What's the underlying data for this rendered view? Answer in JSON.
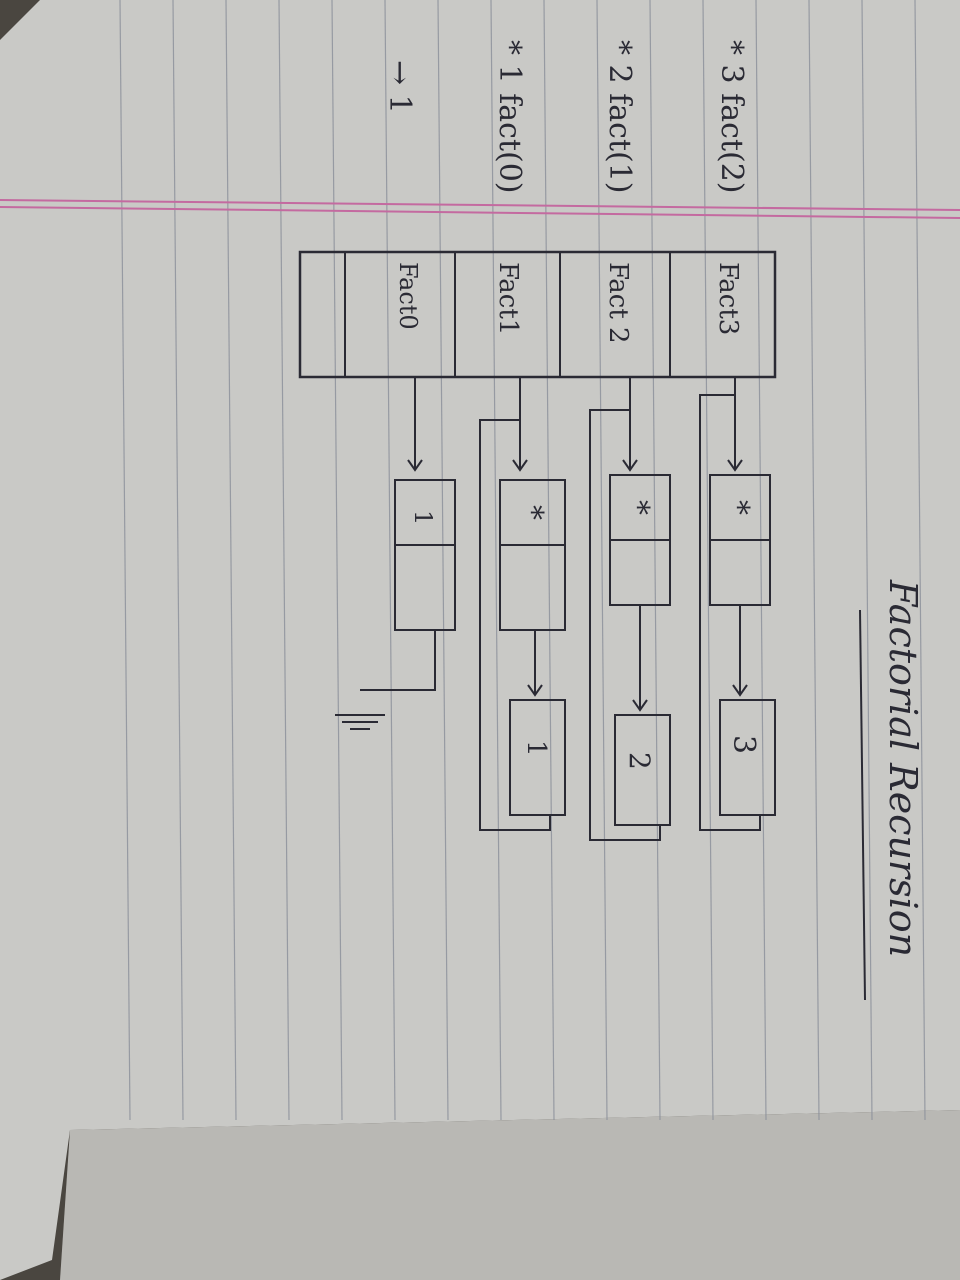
{
  "title": "Factorial Recursion",
  "rows": [
    {
      "call_label": "* 3 fact(2)",
      "frame_label": "Fact3",
      "op_cell": "*",
      "value_cell": "3"
    },
    {
      "call_label": "* 2 fact(1)",
      "frame_label": "Fact 2",
      "op_cell": "*",
      "value_cell": "2"
    },
    {
      "call_label": "* 1 fact(0)",
      "frame_label": "Fact1",
      "op_cell": "*",
      "value_cell": "1"
    },
    {
      "call_label": "→ 1",
      "frame_label": "Fact0",
      "op_cell": "1",
      "value_cell": ""
    }
  ],
  "ground_symbol": "ground-symbol"
}
